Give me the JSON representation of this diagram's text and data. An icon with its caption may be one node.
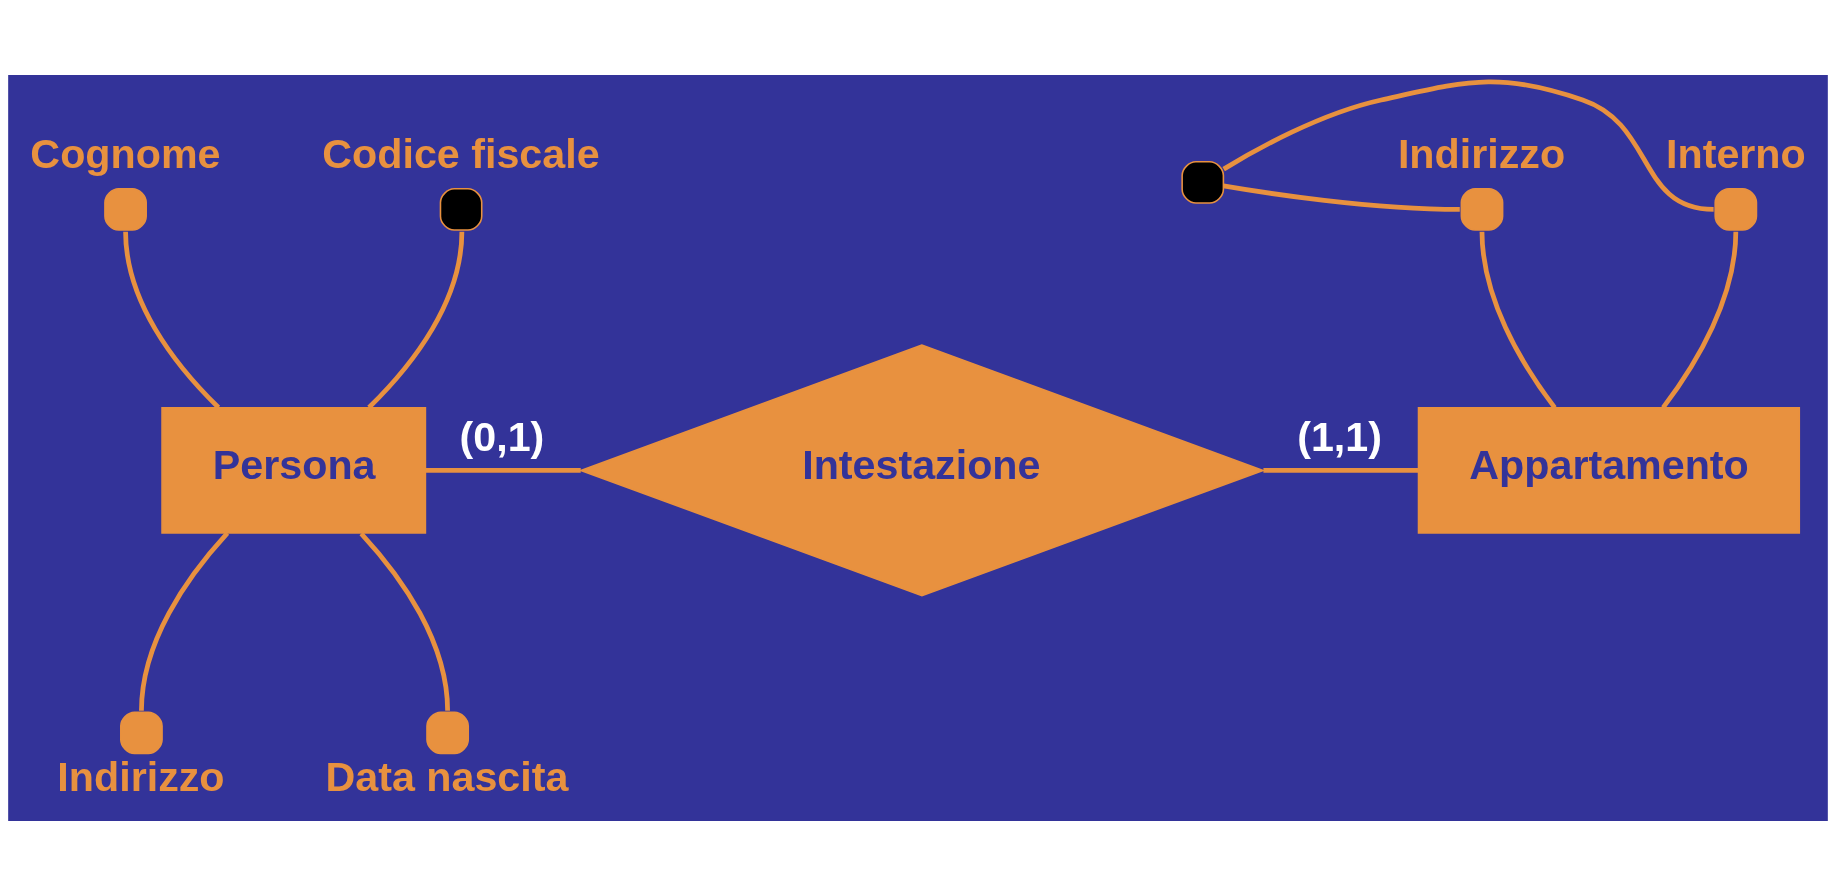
{
  "diagram": {
    "nodes": [
      {
        "text": [
          "Persona"
        ]
      },
      {
        "text": [
          "Intestazione"
        ]
      },
      {
        "text": [
          "Appartamento"
        ]
      },
      {
        "text": [],
        "shape": "circle",
        "beside": [
          "Cognome"
        ]
      },
      {
        "text": [],
        "shape": "circle",
        "beside": [
          "Codice fiscale"
        ]
      },
      {
        "text": [],
        "shape": "circle",
        "beside": [
          "Indirizzo"
        ]
      },
      {
        "text": [],
        "shape": "circle",
        "beside": [
          "Data nascita"
        ]
      },
      {
        "text": [],
        "shape": "circle"
      },
      {
        "text": [],
        "shape": "circle",
        "beside": [
          "Interno"
        ]
      },
      {
        "text": [],
        "shape": "circle",
        "beside": [
          "Indirizzo"
        ]
      }
    ],
    "edges": [
      {
        "from": 0,
        "to": 3,
        "arrow": "none"
      },
      {
        "from": 0,
        "to": 4,
        "arrow": "none"
      },
      {
        "from": 0,
        "to": 5,
        "arrow": "none"
      },
      {
        "from": 0,
        "to": 6,
        "arrow": "none"
      },
      {
        "from": 0,
        "to": 1,
        "arrow": "none",
        "label": "(0,1)"
      },
      {
        "from": 1,
        "to": 2,
        "arrow": "none",
        "label": "(1,1)"
      },
      {
        "from": 2,
        "to": 8,
        "arrow": "none"
      },
      {
        "from": 2,
        "to": 9,
        "arrow": "none"
      },
      {
        "from": 7,
        "to": 8,
        "arrow": "none"
      },
      {
        "from": 7,
        "to": 9,
        "arrow": "none"
      }
    ]
  }
}
